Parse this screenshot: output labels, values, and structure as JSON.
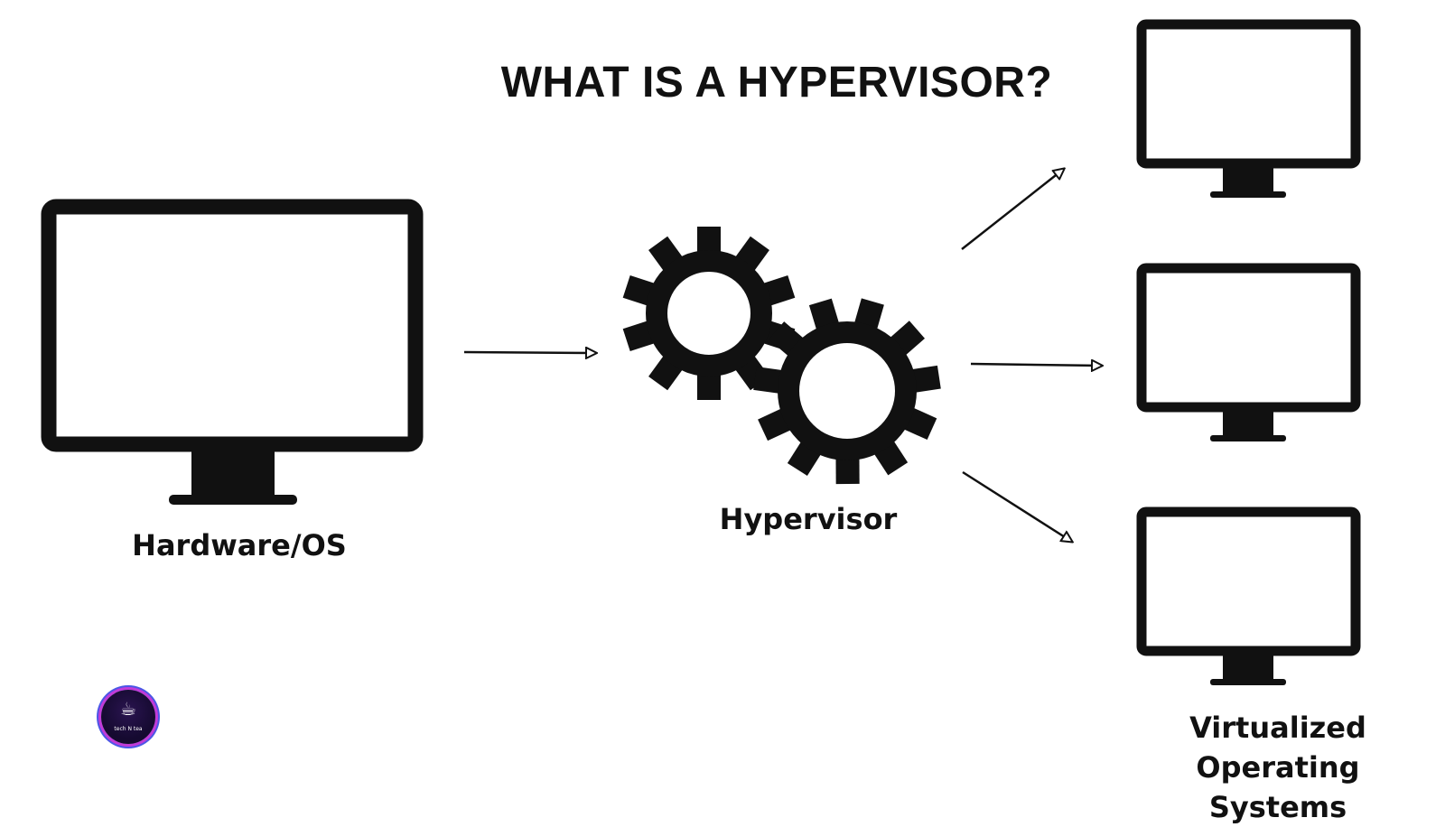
{
  "title": "WHAT IS A HYPERVISOR?",
  "nodes": {
    "host": {
      "label": "Hardware/OS"
    },
    "hypervisor": {
      "label": "Hypervisor"
    },
    "guests": {
      "label_line1": "Virtualized Operating",
      "label_line2": "Systems",
      "count": 3
    }
  },
  "edges": [
    {
      "from": "Hardware/OS",
      "to": "Hypervisor"
    },
    {
      "from": "Hypervisor",
      "to": "Virtualized Operating Systems (top)"
    },
    {
      "from": "Hypervisor",
      "to": "Virtualized Operating Systems (middle)"
    },
    {
      "from": "Hypervisor",
      "to": "Virtualized Operating Systems (bottom)"
    }
  ],
  "logo": {
    "brand_text": "tech N tea",
    "icon": "wifi-teacup-icon"
  },
  "colors": {
    "ink": "#111111",
    "background": "#ffffff",
    "logo_ring": "#c13bd8"
  }
}
